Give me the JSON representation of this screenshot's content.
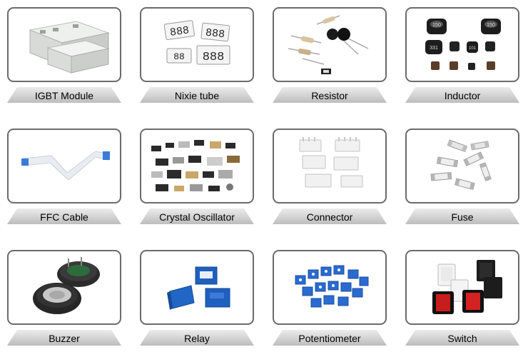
{
  "items": [
    {
      "label": "IGBT Module",
      "icon": "igbt-module-image"
    },
    {
      "label": "Nixie tube",
      "icon": "nixie-tube-image"
    },
    {
      "label": "Resistor",
      "icon": "resistor-image"
    },
    {
      "label": "Inductor",
      "icon": "inductor-image"
    },
    {
      "label": "FFC Cable",
      "icon": "ffc-cable-image"
    },
    {
      "label": "Crystal Oscillator",
      "icon": "crystal-oscillator-image"
    },
    {
      "label": "Connector",
      "icon": "connector-image"
    },
    {
      "label": "Fuse",
      "icon": "fuse-image"
    },
    {
      "label": "Buzzer",
      "icon": "buzzer-image"
    },
    {
      "label": "Relay",
      "icon": "relay-image"
    },
    {
      "label": "Potentiometer",
      "icon": "potentiometer-image"
    },
    {
      "label": "Switch",
      "icon": "switch-image"
    }
  ],
  "nixie_digits": [
    "888",
    "888",
    "888"
  ],
  "inductor_markings": [
    "150",
    "150",
    "331",
    "101"
  ],
  "colors": {
    "border": "#6b6b6b",
    "label_bg": "#d4d4d4",
    "accent_blue": "#1f5fbf"
  }
}
